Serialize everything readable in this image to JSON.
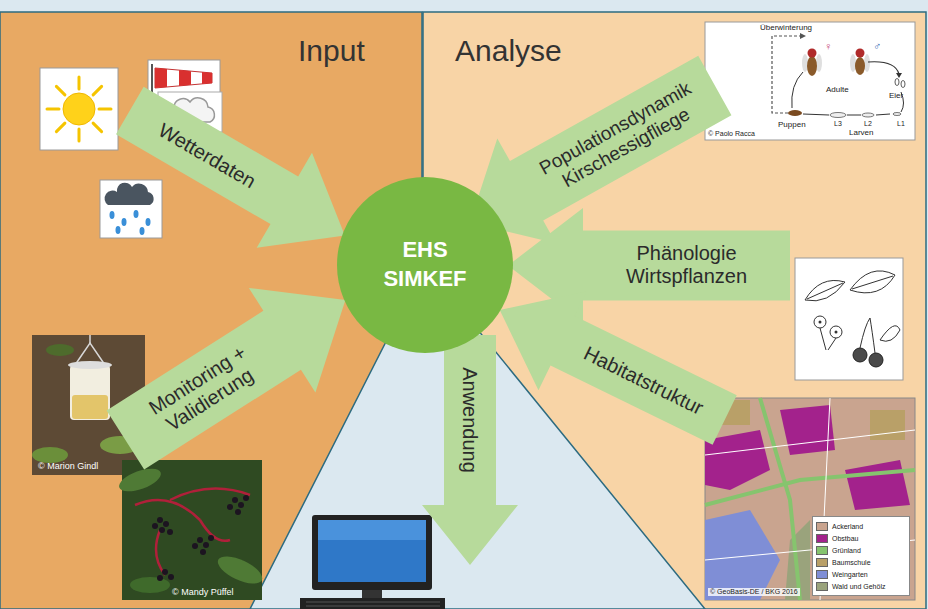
{
  "diagram": {
    "nodes": [
      {
        "text": [
          "Input"
        ]
      },
      {
        "text": [
          "Analyse"
        ]
      },
      {
        "text": [
          "EHS SIMKEF"
        ]
      },
      {
        "text": [
          "Wetterdaten"
        ],
        "in": 0
      },
      {
        "text": [
          "Monitoring + Validierung"
        ],
        "in": 0
      },
      {
        "text": [
          "Populationsdynamik Kirschessigfliege"
        ],
        "in": 1
      },
      {
        "text": [
          "Phänologie Wirtspflanzen"
        ],
        "in": 1
      },
      {
        "text": [
          "Habitatstruktur"
        ],
        "in": 1
      },
      {
        "text": [
          "Anwendung"
        ]
      }
    ],
    "labels": [
      "© Marion Gindl",
      "© Mandy Püffel",
      "Überwinterung",
      "Adulte",
      "Eier",
      "L1",
      "L2",
      "L3",
      "Larven",
      "Puppen",
      "© Paolo Racca",
      "© GeoBasis-DE / BKG 2016",
      "♀",
      "♂"
    ],
    "legend": [
      {
        "text": "Ackerland",
        "color": "#c9a48f"
      },
      {
        "text": "Obstbau",
        "color": "#a3228c"
      },
      {
        "text": "Grünland",
        "color": "#86c46e"
      },
      {
        "text": "Baumschule",
        "color": "#b9a068"
      },
      {
        "text": "Weingarten",
        "color": "#7f8ed6"
      },
      {
        "text": "Wald und Gehölz",
        "color": "#9aa37c"
      }
    ]
  }
}
